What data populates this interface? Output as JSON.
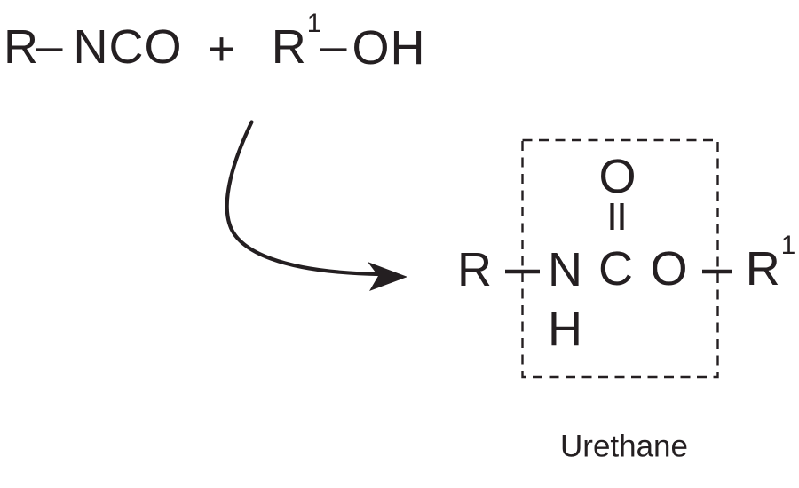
{
  "scheme": {
    "reactants": {
      "r1_label": "R",
      "bond1": "–",
      "group1": "NCO",
      "plus": "+",
      "r2_label": "R",
      "r2_sup": "1",
      "bond2": "–",
      "group2": "OH"
    },
    "product": {
      "r_left": "R",
      "amine_n": "N",
      "amine_h": "H",
      "carbonyl_c": "C",
      "carbonyl_o": "O",
      "ester_o": "O",
      "r_right": "R",
      "r_right_sup": "1",
      "caption": "Urethane"
    },
    "colors": {
      "ink": "#241f21",
      "background": "#ffffff"
    }
  }
}
